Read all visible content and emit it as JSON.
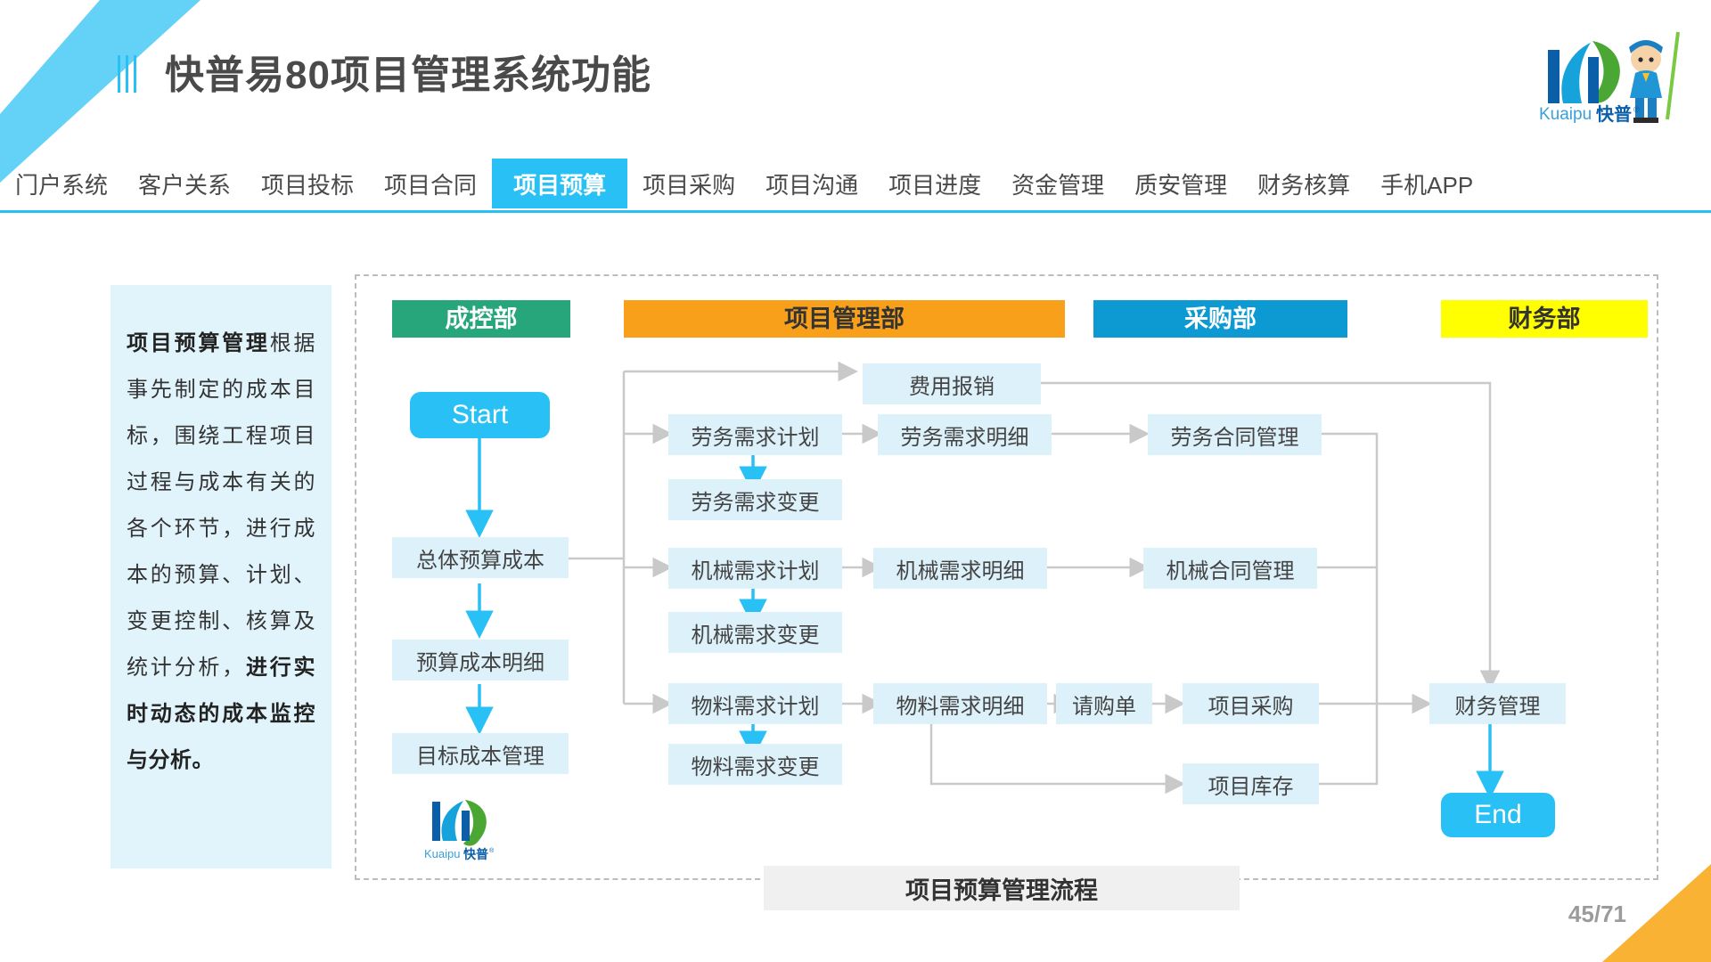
{
  "header": {
    "title": "快普易80项目管理系统功能",
    "bars_icon": "triple-bar-icon",
    "logo": {
      "name": "kuaipu-logo",
      "wordmark_latin": "Kuaipu",
      "wordmark_cn": "快普",
      "trademark": "®"
    }
  },
  "nav": {
    "items": [
      {
        "label": "门户系统",
        "active": false
      },
      {
        "label": "客户关系",
        "active": false
      },
      {
        "label": "项目投标",
        "active": false
      },
      {
        "label": "项目合同",
        "active": false
      },
      {
        "label": "项目预算",
        "active": true
      },
      {
        "label": "项目采购",
        "active": false
      },
      {
        "label": "项目沟通",
        "active": false
      },
      {
        "label": "项目进度",
        "active": false
      },
      {
        "label": "资金管理",
        "active": false
      },
      {
        "label": "质安管理",
        "active": false
      },
      {
        "label": "财务核算",
        "active": false
      },
      {
        "label": "手机APP",
        "active": false
      }
    ]
  },
  "description": {
    "lead": "项目预算管理",
    "body": "根据事先制定的成本目标，围绕工程项目过程与成本有关的各个环节，进行成本的预算、计划、变更控制、核算及统计分析，",
    "tail": "进行实时动态的成本监控与分析。"
  },
  "flow": {
    "caption": "项目预算管理流程",
    "departments": [
      {
        "name": "成控部",
        "color": "#27a67c",
        "text_color": "#ffffff"
      },
      {
        "name": "项目管理部",
        "color": "#f9a01b",
        "text_color": "#333333"
      },
      {
        "name": "采购部",
        "color": "#0d9ad2",
        "text_color": "#ffffff"
      },
      {
        "name": "财务部",
        "color": "#ffff00",
        "text_color": "#333333"
      }
    ],
    "terminals": {
      "start": "Start",
      "end": "End"
    },
    "nodes": {
      "cost_total": "总体预算成本",
      "cost_detail": "预算成本明细",
      "cost_target": "目标成本管理",
      "expense_reimbursement": "费用报销",
      "labor_plan": "劳务需求计划",
      "labor_detail": "劳务需求明细",
      "labor_change": "劳务需求变更",
      "labor_contract": "劳务合同管理",
      "machine_plan": "机械需求计划",
      "machine_detail": "机械需求明细",
      "machine_change": "机械需求变更",
      "machine_contract": "机械合同管理",
      "material_plan": "物料需求计划",
      "material_detail": "物料需求明细",
      "material_change": "物料需求变更",
      "purchase_request": "请购单",
      "project_purchase": "项目采购",
      "project_inventory": "项目库存",
      "finance_management": "财务管理"
    }
  },
  "footer": {
    "page_number": "45/71"
  },
  "colors": {
    "accent": "#29c0f5",
    "node_fill": "#ddf1fa",
    "panel_fill": "#e1f4fb",
    "wire": "#cccccc",
    "wire_accent": "#29c0f5",
    "corner_orange": "#f9b233"
  }
}
